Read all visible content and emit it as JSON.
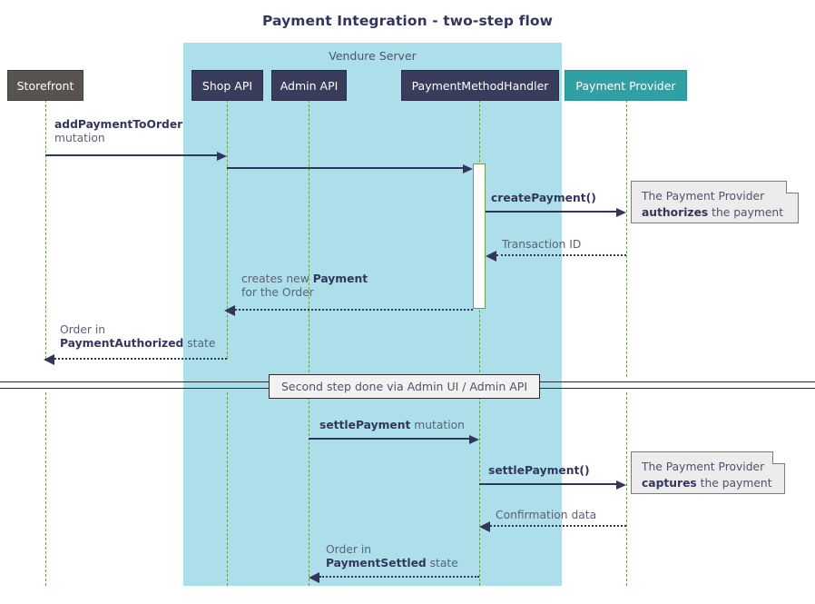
{
  "title": "Payment Integration - two-step flow",
  "colors": {
    "group_background": "#addfeb",
    "storefront": "#575450",
    "api_navy": "#393c5c",
    "provider_teal": "#2fa0a3",
    "lifeline": "#6f9b52",
    "message": "#33365c",
    "note_background": "#ececec",
    "text": "#5b6275"
  },
  "group": {
    "label": "Vendure Server"
  },
  "participants": [
    {
      "id": "storefront",
      "label": "Storefront",
      "style": "storefront"
    },
    {
      "id": "shop-api",
      "label": "Shop API",
      "style": "navy"
    },
    {
      "id": "admin-api",
      "label": "Admin API",
      "style": "navy"
    },
    {
      "id": "handler",
      "label": "PaymentMethodHandler",
      "style": "navy"
    },
    {
      "id": "provider",
      "label": "Payment Provider",
      "style": "teal"
    }
  ],
  "messages": [
    {
      "id": "add-payment-to-order",
      "from": "storefront",
      "to": "shop-api",
      "kind": "solid",
      "direction": "right",
      "label_bold": "addPaymentToOrder",
      "label_plain": "mutation"
    },
    {
      "id": "shop-api-to-handler",
      "from": "shop-api",
      "to": "handler",
      "kind": "solid",
      "direction": "right",
      "label_bold": "",
      "label_plain": ""
    },
    {
      "id": "create-payment",
      "from": "handler",
      "to": "provider",
      "kind": "solid",
      "direction": "right",
      "label_bold": "createPayment()",
      "label_plain": ""
    },
    {
      "id": "transaction-id",
      "from": "provider",
      "to": "handler",
      "kind": "dotted",
      "direction": "left",
      "label_bold": "",
      "label_plain": "Transaction ID"
    },
    {
      "id": "creates-new-payment",
      "from": "handler",
      "to": "shop-api",
      "kind": "dotted",
      "direction": "left",
      "label_line1_plain": "creates new ",
      "label_line1_bold": "Payment",
      "label_line2_plain": "for the Order"
    },
    {
      "id": "order-payment-authorized",
      "from": "shop-api",
      "to": "storefront",
      "kind": "dotted",
      "direction": "left",
      "label_line1_plain": "Order in",
      "label_line2_bold": "PaymentAuthorized",
      "label_line2_plain": " state"
    },
    {
      "id": "settle-payment-mutation",
      "from": "admin-api",
      "to": "handler",
      "kind": "solid",
      "direction": "right",
      "label_bold": "settlePayment",
      "label_plain": " mutation"
    },
    {
      "id": "settle-payment-call",
      "from": "handler",
      "to": "provider",
      "kind": "solid",
      "direction": "right",
      "label_bold": "settlePayment()",
      "label_plain": ""
    },
    {
      "id": "confirmation-data",
      "from": "provider",
      "to": "handler",
      "kind": "dotted",
      "direction": "left",
      "label_bold": "",
      "label_plain": "Confirmation data"
    },
    {
      "id": "order-payment-settled",
      "from": "handler",
      "to": "admin-api",
      "kind": "dotted",
      "direction": "left",
      "label_line1_plain": "Order in",
      "label_line2_bold": "PaymentSettled",
      "label_line2_plain": " state"
    }
  ],
  "notes": [
    {
      "id": "note-authorizes",
      "line1": "The Payment Provider",
      "line2_bold": "authorizes",
      "line2_plain": " the payment"
    },
    {
      "id": "note-captures",
      "line1": "The Payment Provider",
      "line2_bold": "captures",
      "line2_plain": " the payment"
    }
  ],
  "divider": {
    "label": "Second step done via Admin UI / Admin API"
  }
}
